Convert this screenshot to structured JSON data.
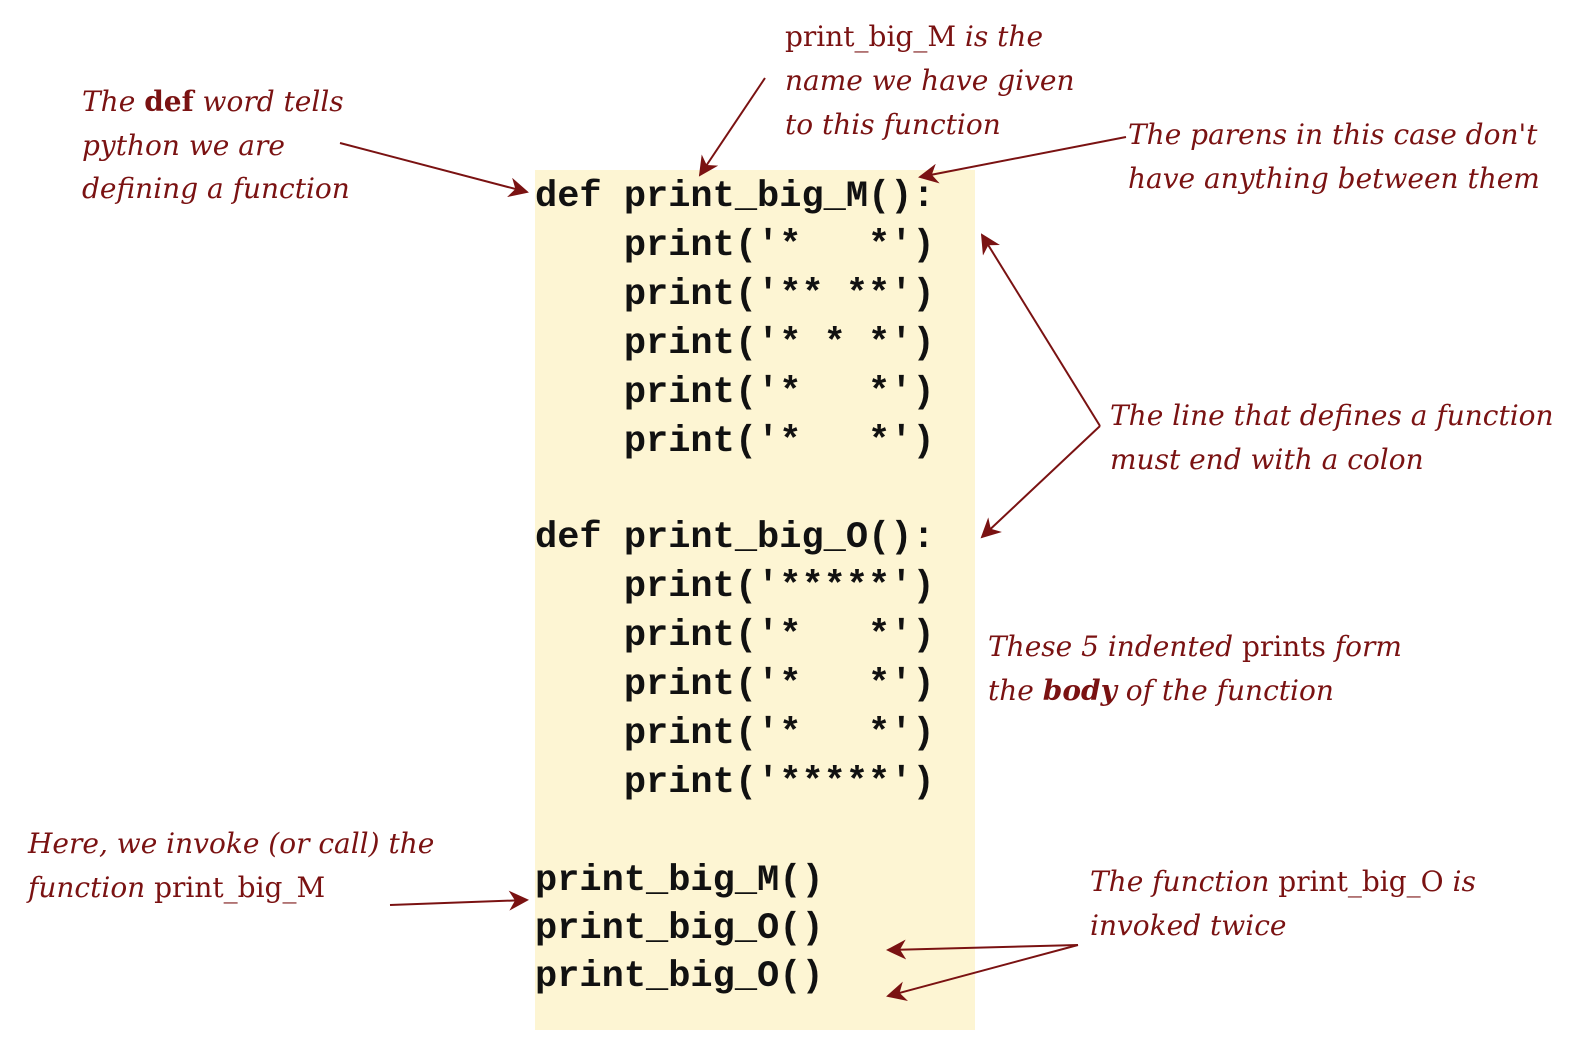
{
  "code_lines": [
    "def print_big_M():",
    "    print('*   *')",
    "    print('** **')",
    "    print('* * *')",
    "    print('*   *')",
    "    print('*   *')",
    "def print_big_O():",
    "    print('*****')",
    "    print('*   *')",
    "    print('*   *')",
    "    print('*   *')",
    "    print('*****')",
    "print_big_M()",
    "print_big_O()",
    "print_big_O()"
  ],
  "annotations": {
    "def_word": {
      "l1_a": "The ",
      "l1_b": "def",
      "l1_c": " word tells",
      "l2": "python we are",
      "l3": "defining a function"
    },
    "name": {
      "l1_a": "print_big_M",
      "l1_b": " is the",
      "l2": "name we have given",
      "l3": "to this function"
    },
    "parens": {
      "l1": "The parens in this case don't",
      "l2": "have anything between them"
    },
    "colon": {
      "l1": "The line that defines a function",
      "l2": "must end with a colon"
    },
    "body": {
      "l1_a": "These 5 indented ",
      "l1_b": "prints",
      "l1_c": " form",
      "l2_a": "the ",
      "l2_b": "body",
      "l2_c": " of the function"
    },
    "invoke": {
      "l1": "Here, we invoke (or call)  the",
      "l2_a": "function ",
      "l2_b": "print_big_M"
    },
    "twice": {
      "l1_a": "The function ",
      "l1_b": "print_big_O",
      "l1_c": " is",
      "l2": "invoked twice"
    }
  },
  "colors": {
    "annotation": "#7a1212",
    "code_background": "#fdf5d3",
    "code_text": "#111111"
  }
}
